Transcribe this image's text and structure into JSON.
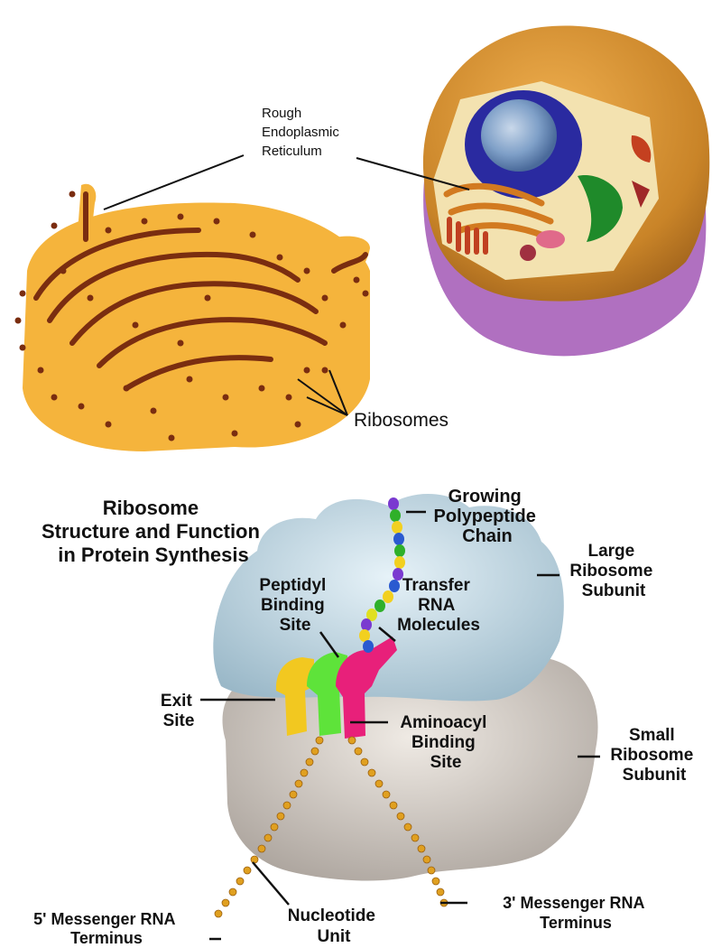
{
  "top": {
    "rer_label": [
      "Rough",
      "Endoplasmic",
      "Reticulum"
    ],
    "ribosomes_label": "Ribosomes"
  },
  "bottom": {
    "title": [
      "Ribosome",
      "Structure and Function",
      "in Protein Synthesis"
    ],
    "polypeptide": [
      "Growing",
      "Polypeptide",
      "Chain"
    ],
    "large_subunit": [
      "Large",
      "Ribosome",
      "Subunit"
    ],
    "peptidyl": [
      "Peptidyl",
      "Binding",
      "Site"
    ],
    "trna": [
      "Transfer",
      "RNA",
      "Molecules"
    ],
    "exit_site": [
      "Exit",
      "Site"
    ],
    "aminoacyl": [
      "Aminoacyl",
      "Binding",
      "Site"
    ],
    "small_subunit": [
      "Small",
      "Ribosome",
      "Subunit"
    ],
    "mrna5": [
      "5' Messenger RNA",
      "Terminus"
    ],
    "nucleotide": [
      "Nucleotide",
      "Unit"
    ],
    "mrna3": [
      "3' Messenger RNA",
      "Terminus"
    ]
  },
  "colors": {
    "er_fill": "#f5b43c",
    "er_dark": "#7a2d10",
    "cell_body": "#d9952f",
    "cell_membrane": "#b878c8",
    "nucleus": "#2a2aa0",
    "large_subunit": "#c6dbe6",
    "small_subunit": "#d8d2cc",
    "trna_exit": "#f2c820",
    "trna_p": "#5ee33a",
    "trna_a": "#e8207a",
    "mrna": "#e0a020"
  }
}
